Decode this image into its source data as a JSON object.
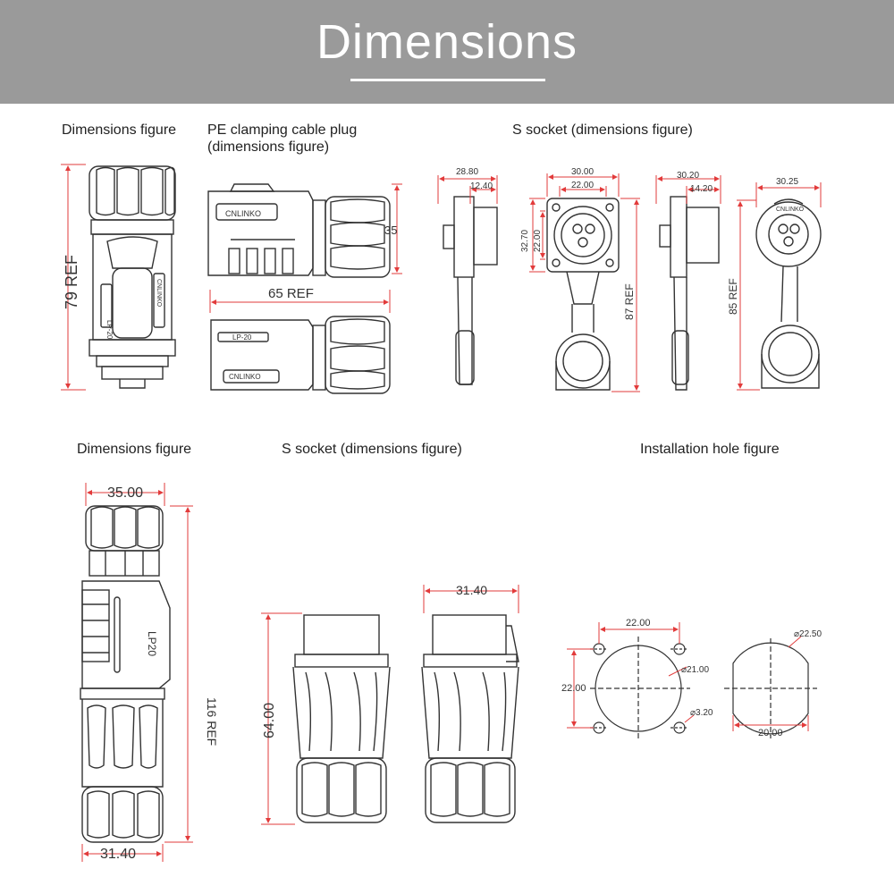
{
  "header": {
    "title": "Dimensions"
  },
  "captions": {
    "top_left": "Dimensions figure",
    "pe_plug_line1": "PE clamping cable plug",
    "pe_plug_line2": "(dimensions figure)",
    "s_socket_top": "S socket (dimensions figure)",
    "bottom_left": "Dimensions figure",
    "s_socket_bottom": "S socket (dimensions figure)",
    "install_hole": "Installation hole figure"
  },
  "dimensions": {
    "plug_height": "79 REF",
    "pe_height": "35",
    "pe_length": "65 REF",
    "s1_w_outer": "28.80",
    "s1_w_inner": "12.40",
    "s2_w_outer": "30.00",
    "s2_w_inner": "22.00",
    "s2_h_outer": "32.70",
    "s2_h_inner": "22.00",
    "s2_height": "87 REF",
    "s3_w_outer": "30.20",
    "s3_w_inner": "14.20",
    "s4_w": "30.25",
    "s4_height": "85 REF",
    "long_width_top": "35.00",
    "long_width_bottom": "31.40",
    "long_height": "116 REF",
    "sock_height": "64.00",
    "sock_width": "31.40",
    "hole_pitch_x": "22.00",
    "hole_pitch_y": "22.00",
    "hole_center_dia": "⌀21.00",
    "hole_small_dia": "⌀3.20",
    "hole2_dia": "⌀22.50",
    "hole2_flat": "20.00"
  },
  "product_marks": {
    "brand": "CNLINKO",
    "model": "LP-20",
    "model_short": "LP20"
  },
  "colors": {
    "banner": "#9a9a9a",
    "dimension_line": "#e23b3b",
    "outline": "#333333"
  }
}
